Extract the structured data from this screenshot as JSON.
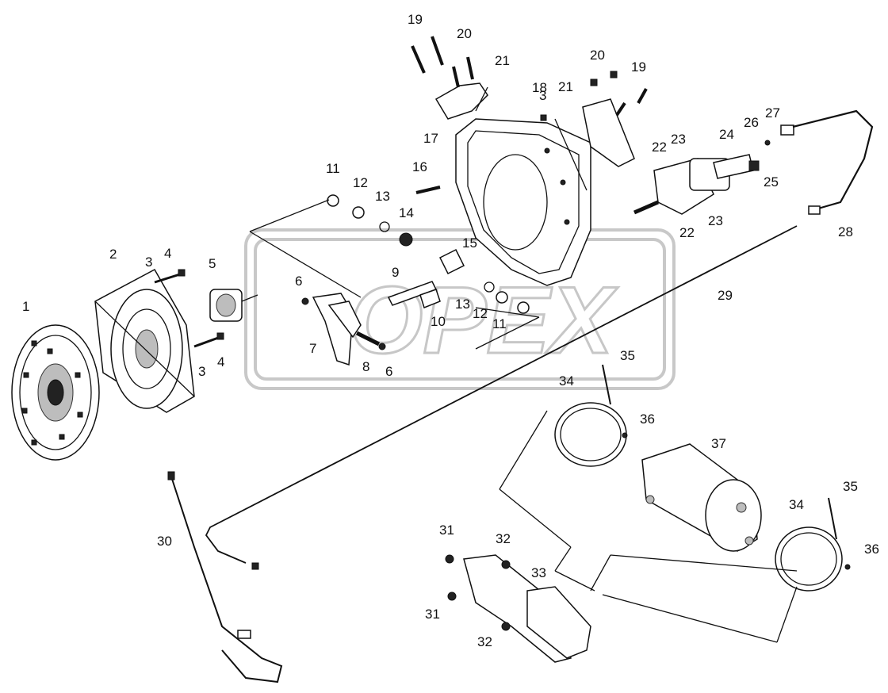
{
  "diagram": {
    "watermark": "OPEX",
    "callouts": [
      {
        "id": "c1",
        "text": "1"
      },
      {
        "id": "c2",
        "text": "2"
      },
      {
        "id": "c3a",
        "text": "3"
      },
      {
        "id": "c4a",
        "text": "4"
      },
      {
        "id": "c3b",
        "text": "3"
      },
      {
        "id": "c4b",
        "text": "4"
      },
      {
        "id": "c3c",
        "text": "3"
      },
      {
        "id": "c5",
        "text": "5"
      },
      {
        "id": "c6a",
        "text": "6"
      },
      {
        "id": "c6b",
        "text": "6"
      },
      {
        "id": "c7",
        "text": "7"
      },
      {
        "id": "c8",
        "text": "8"
      },
      {
        "id": "c9",
        "text": "9"
      },
      {
        "id": "c10",
        "text": "10"
      },
      {
        "id": "c11a",
        "text": "11"
      },
      {
        "id": "c11b",
        "text": "11"
      },
      {
        "id": "c12a",
        "text": "12"
      },
      {
        "id": "c12b",
        "text": "12"
      },
      {
        "id": "c13a",
        "text": "13"
      },
      {
        "id": "c13b",
        "text": "13"
      },
      {
        "id": "c14",
        "text": "14"
      },
      {
        "id": "c15",
        "text": "15"
      },
      {
        "id": "c16",
        "text": "16"
      },
      {
        "id": "c17",
        "text": "17"
      },
      {
        "id": "c18",
        "text": "18"
      },
      {
        "id": "c19a",
        "text": "19"
      },
      {
        "id": "c19b",
        "text": "19"
      },
      {
        "id": "c20a",
        "text": "20"
      },
      {
        "id": "c20b",
        "text": "20"
      },
      {
        "id": "c21a",
        "text": "21"
      },
      {
        "id": "c21b",
        "text": "21"
      },
      {
        "id": "c22a",
        "text": "22"
      },
      {
        "id": "c22b",
        "text": "22"
      },
      {
        "id": "c23a",
        "text": "23"
      },
      {
        "id": "c23b",
        "text": "23"
      },
      {
        "id": "c24",
        "text": "24"
      },
      {
        "id": "c25",
        "text": "25"
      },
      {
        "id": "c26",
        "text": "26"
      },
      {
        "id": "c27",
        "text": "27"
      },
      {
        "id": "c28",
        "text": "28"
      },
      {
        "id": "c29",
        "text": "29"
      },
      {
        "id": "c30",
        "text": "30"
      },
      {
        "id": "c31a",
        "text": "31"
      },
      {
        "id": "c31b",
        "text": "31"
      },
      {
        "id": "c32a",
        "text": "32"
      },
      {
        "id": "c32b",
        "text": "32"
      },
      {
        "id": "c33",
        "text": "33"
      },
      {
        "id": "c34a",
        "text": "34"
      },
      {
        "id": "c34b",
        "text": "34"
      },
      {
        "id": "c35a",
        "text": "35"
      },
      {
        "id": "c35b",
        "text": "35"
      },
      {
        "id": "c36a",
        "text": "36"
      },
      {
        "id": "c36b",
        "text": "36"
      },
      {
        "id": "c37",
        "text": "37"
      }
    ]
  }
}
